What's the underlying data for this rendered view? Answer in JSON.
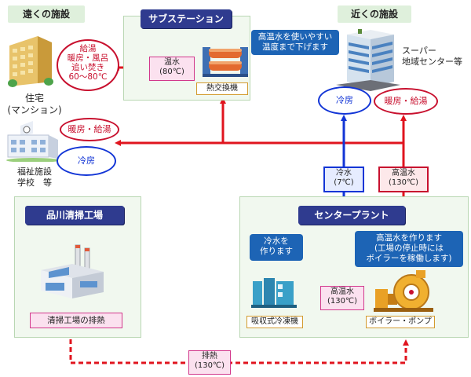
{
  "labels": {
    "far_facilities": "遠くの施設",
    "near_facilities": "近くの施設",
    "substation": "サブステーション",
    "substation_callout": [
      "高温水を使いやすい",
      "温度まで下げます"
    ],
    "hot_water_label": [
      "温水",
      "(80℃)"
    ],
    "heat_exchanger": "熱交換機",
    "housing_uses": [
      "給湯",
      "暖房・風呂",
      "追い焚き",
      "60～80℃"
    ],
    "housing": [
      "住宅",
      "(マンション)"
    ],
    "welfare_heating": "暖房・給湯",
    "welfare_cooling": "冷房",
    "welfare": [
      "福祉施設",
      "学校　等"
    ],
    "supermarket": [
      "スーパー",
      "地域センター等"
    ],
    "near_cooling": "冷房",
    "near_heating": "暖房・給湯",
    "cold_water_tag": [
      "冷水",
      "(7℃)"
    ],
    "hot_water_tag": [
      "高温水",
      "(130℃)"
    ],
    "shinagawa_plant": "品川清掃工場",
    "plant_waste_heat": "清掃工場の排熱",
    "center_plant": "センタープラント",
    "cold_callout": [
      "冷水を",
      "作ります"
    ],
    "hot_callout": [
      "高温水を作ります",
      "(工場の停止時には",
      "ボイラーを稼働します)"
    ],
    "center_hot_label": [
      "高温水",
      "(130℃)"
    ],
    "absorption_chiller": "吸収式冷凍機",
    "boiler_pump": "ボイラー・ポンプ",
    "waste_heat_label": [
      "排熱",
      "(130℃)"
    ]
  },
  "colors": {
    "hot": "#e0141e",
    "cold": "#1235d6",
    "navy": "#2f3b8f",
    "callout": "#1d64b5"
  }
}
